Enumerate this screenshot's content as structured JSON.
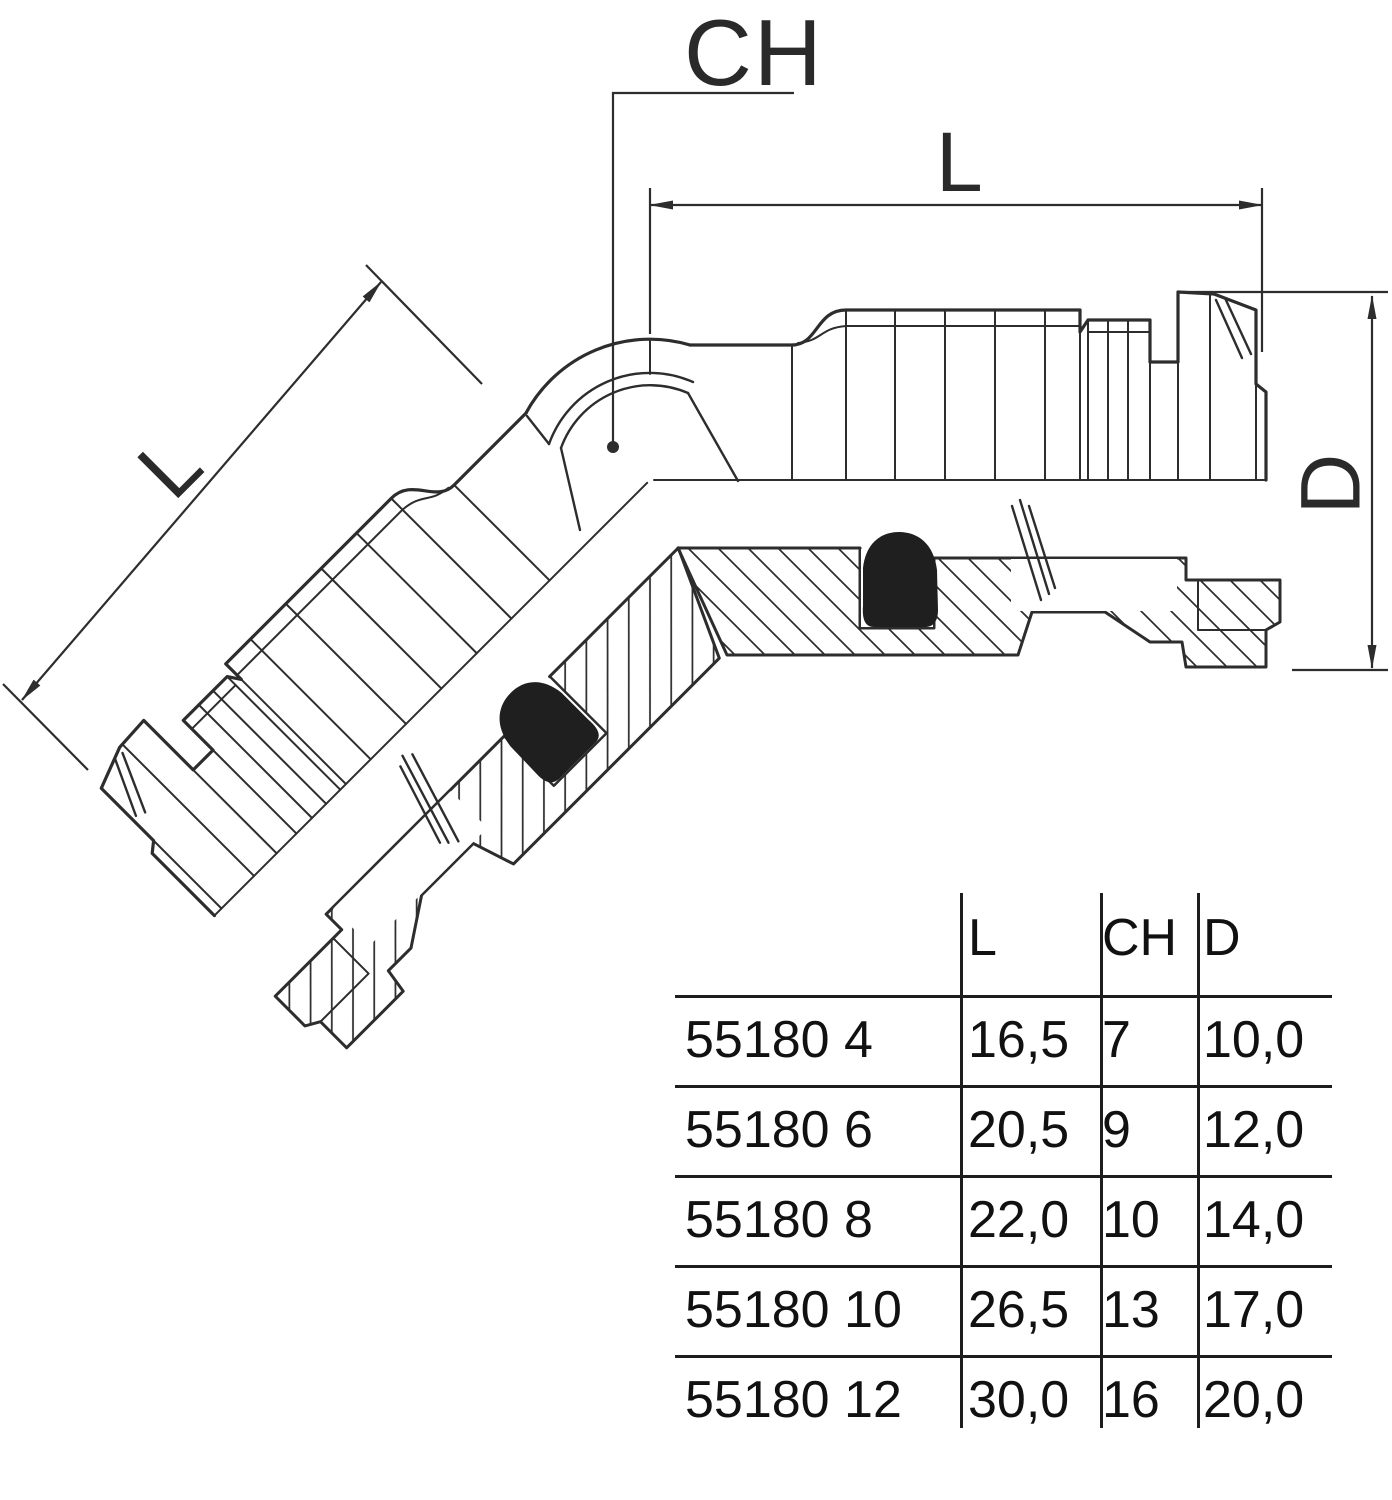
{
  "drawing": {
    "labels": {
      "ch": "CH",
      "l_horizontal": "L",
      "l_angled": "L",
      "d": "D"
    }
  },
  "table": {
    "columns": [
      "L",
      "CH",
      "D"
    ],
    "rows": [
      {
        "part": "55180 4",
        "l": "16,5",
        "ch": "7",
        "d": "10,0"
      },
      {
        "part": "55180 6",
        "l": "20,5",
        "ch": "9",
        "d": "12,0"
      },
      {
        "part": "55180 8",
        "l": "22,0",
        "ch": "10",
        "d": "14,0"
      },
      {
        "part": "55180 10",
        "l": "26,5",
        "ch": "13",
        "d": "17,0"
      },
      {
        "part": "55180 12",
        "l": "30,0",
        "ch": "16",
        "d": "20,0"
      }
    ]
  },
  "colors": {
    "line": "#2d2d2d",
    "background": "#ffffff",
    "oring": "#1f1f1f"
  }
}
